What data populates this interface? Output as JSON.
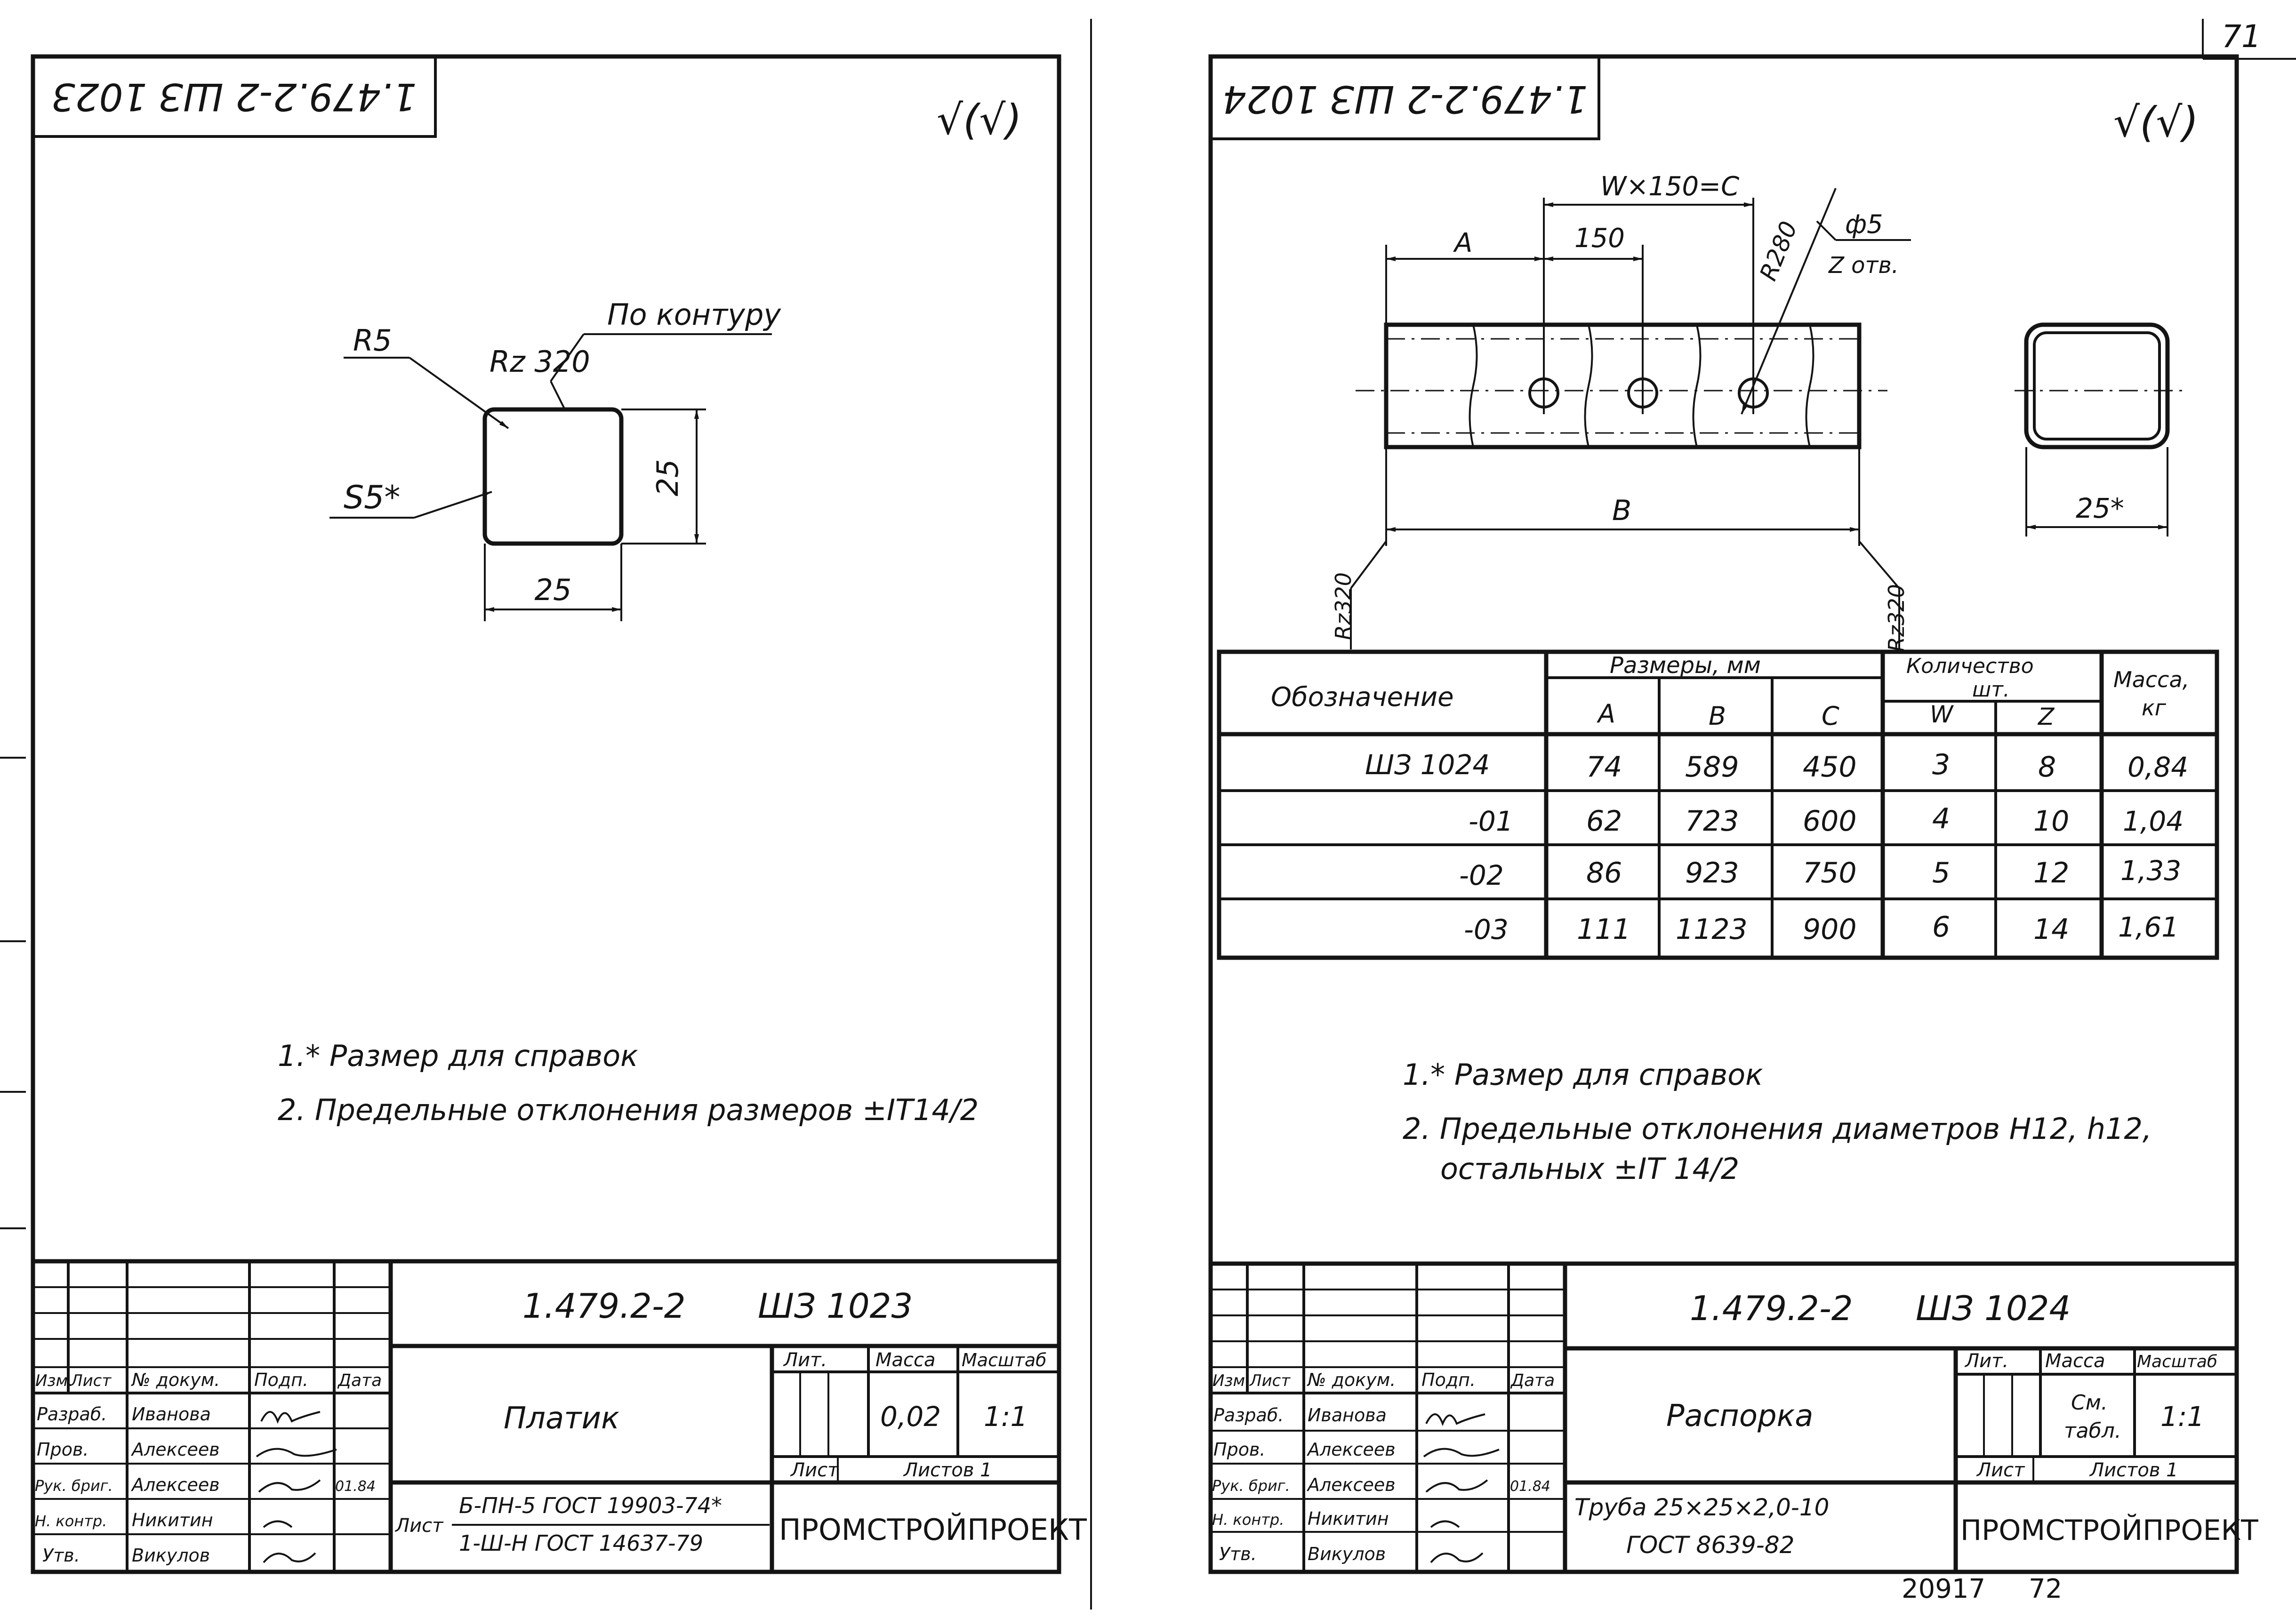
{
  "page_number": "71",
  "footer_left": "20917",
  "footer_right": "72",
  "left_sheet": {
    "stamp": "1.479.2-2 ШЗ 1023",
    "surface_symbol": "√(√)",
    "callouts": {
      "radius": "R5",
      "roughness": "Rz 320",
      "contour": "По контуру",
      "thickness": "S5*",
      "height": "25",
      "width": "25"
    },
    "notes": [
      "1.* Размер для справок",
      "2. Предельные отклонения размеров ±IT14/2"
    ],
    "title_block": {
      "code": "1.479.2-2",
      "doc": "ШЗ 1023",
      "name": "Платик",
      "lit_label": "Лит.",
      "mass_label": "Масса",
      "scale_label": "Масштаб",
      "mass": "0,02",
      "scale": "1:1",
      "sheet_label": "Лист",
      "sheets_label": "Листов 1",
      "material_prefix": "Лист",
      "material_top": "Б-ПН-5 ГОСТ 19903-74*",
      "material_bottom": "1-Ш-Н ГОСТ 14637-79",
      "org": "ПРОМСТРОЙПРОЕКТ",
      "headers": [
        "Изм.",
        "Лист",
        "№ докум.",
        "Подп.",
        "Дата"
      ],
      "roles": [
        {
          "role": "Разраб.",
          "name": "Иванова"
        },
        {
          "role": "Пров.",
          "name": "Алексеев"
        },
        {
          "role": "Рук. бриг.",
          "name": "Алексеев"
        },
        {
          "role": "Н. контр.",
          "name": "Никитин"
        },
        {
          "role": "Утв.",
          "name": "Викулов"
        }
      ],
      "date_note": "01.84"
    }
  },
  "right_sheet": {
    "stamp": "1.479.2-2 ШЗ 1024",
    "surface_symbol": "√(√)",
    "dims": {
      "wc": "W×150=C",
      "a": "A",
      "pitch": "150",
      "r280": "R280",
      "hole_dia": "ф5",
      "holes": "Z отв.",
      "b": "B",
      "rz_left": "Rz320",
      "rz_right": "Rz320",
      "section": "25*"
    },
    "table": {
      "designation_header": "Обозначение",
      "sizes_header": "Размеры, мм",
      "qty_header": "Количество",
      "qty_unit": "шт.",
      "mass_header": "Масса,",
      "mass_unit": "кг",
      "cols": [
        "A",
        "B",
        "C",
        "W",
        "Z"
      ],
      "rows": [
        {
          "name": "ШЗ 1024",
          "a": "74",
          "b": "589",
          "c": "450",
          "w": "3",
          "z": "8",
          "m": "0,84"
        },
        {
          "name": "-01",
          "a": "62",
          "b": "723",
          "c": "600",
          "w": "4",
          "z": "10",
          "m": "1,04"
        },
        {
          "name": "-02",
          "a": "86",
          "b": "923",
          "c": "750",
          "w": "5",
          "z": "12",
          "m": "1,33"
        },
        {
          "name": "-03",
          "a": "111",
          "b": "1123",
          "c": "900",
          "w": "6",
          "z": "14",
          "m": "1,61"
        }
      ]
    },
    "notes": [
      "1.* Размер для справок",
      "2. Предельные отклонения диаметров H12, h12,",
      "остальных ±IT 14/2"
    ],
    "title_block": {
      "code": "1.479.2-2",
      "doc": "ШЗ 1024",
      "name": "Распорка",
      "lit_label": "Лит.",
      "mass_label": "Масса",
      "scale_label": "Масштаб",
      "mass_line1": "См.",
      "mass_line2": "табл.",
      "scale": "1:1",
      "sheet_label": "Лист",
      "sheets_label": "Листов 1",
      "material_top": "Труба 25×25×2,0-10",
      "material_bottom": "ГОСТ 8639-82",
      "org": "ПРОМСТРОЙПРОЕКТ",
      "headers": [
        "Изм.",
        "Лист",
        "№ докум.",
        "Подп.",
        "Дата"
      ],
      "roles": [
        {
          "role": "Разраб.",
          "name": "Иванова"
        },
        {
          "role": "Пров.",
          "name": "Алексеев"
        },
        {
          "role": "Рук. бриг.",
          "name": "Алексеев"
        },
        {
          "role": "Н. контр.",
          "name": "Никитин"
        },
        {
          "role": "Утв.",
          "name": "Викулов"
        }
      ],
      "date_note": "01.84"
    }
  }
}
